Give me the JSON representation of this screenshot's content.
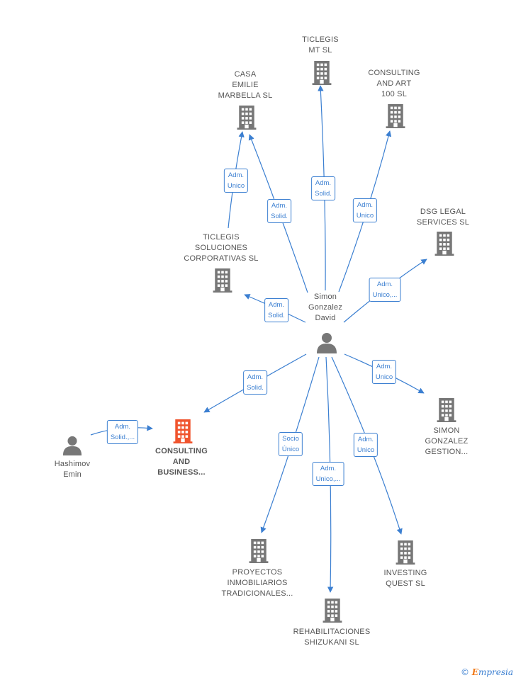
{
  "colors": {
    "edge": "#3b7fd1",
    "building": "#777777",
    "focus_building": "#f0542d",
    "person": "#777777"
  },
  "nodes": {
    "simon": {
      "label": "Simon\nGonzalez\nDavid",
      "icon": "person-icon"
    },
    "hashimov": {
      "label": "Hashimov\nEmin",
      "icon": "person-icon"
    },
    "consulting_business": {
      "label": "CONSULTING\nAND\nBUSINESS...",
      "icon": "building-icon"
    },
    "ticlegis_mt": {
      "label": "TICLEGIS\nMT  SL",
      "icon": "building-icon"
    },
    "casa_emilie": {
      "label": "CASA\nEMILIE\nMARBELLA  SL",
      "icon": "building-icon"
    },
    "consulting_art": {
      "label": "CONSULTING\nAND ART\n100  SL",
      "icon": "building-icon"
    },
    "dsg_legal": {
      "label": "DSG LEGAL\nSERVICES  SL",
      "icon": "building-icon"
    },
    "ticlegis_soluciones": {
      "label": "TICLEGIS\nSOLUCIONES\nCORPORATIVAS SL",
      "icon": "building-icon"
    },
    "simon_gestion": {
      "label": "SIMON\nGONZALEZ\nGESTION...",
      "icon": "building-icon"
    },
    "proyectos": {
      "label": "PROYECTOS\nINMOBILIARIOS\nTRADICIONALES...",
      "icon": "building-icon"
    },
    "rehabilitaciones": {
      "label": "REHABILITACIONES\nSHIZUKANI  SL",
      "icon": "building-icon"
    },
    "investing": {
      "label": "INVESTING\nQUEST  SL",
      "icon": "building-icon"
    }
  },
  "edges": {
    "e1": "Adm.\nUnico",
    "e2": "Adm.\nSolid.",
    "e3": "Adm.\nSolid.",
    "e4": "Adm.\nUnico",
    "e5": "Adm.\nUnico,...",
    "e6": "Adm.\nSolid.",
    "e7": "Adm.\nSolid.",
    "e8": "Adm.\nUnico",
    "e9": "Adm.\nSolid.,...",
    "e10": "Socio\nÚnico",
    "e11": "Adm.\nUnico,...",
    "e12": "Adm.\nUnico"
  },
  "footer": {
    "copyright": "©",
    "brand_initial": "E",
    "brand_rest": "mpresia"
  }
}
